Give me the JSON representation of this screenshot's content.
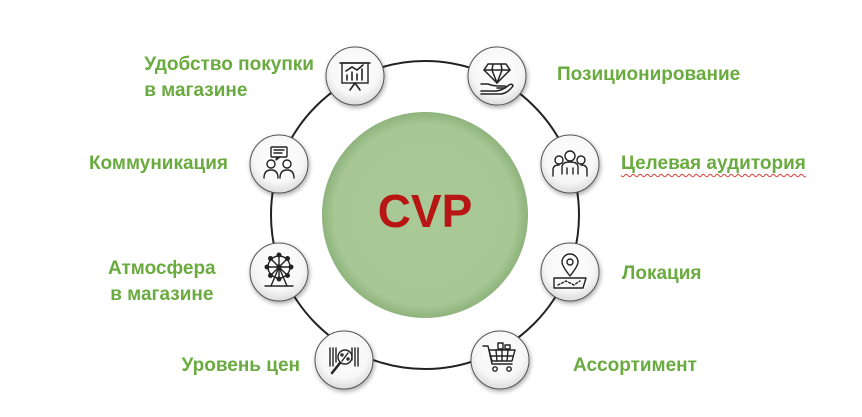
{
  "center": {
    "label": "CVP",
    "fill_color": "#a9c997",
    "text_color": "#b81515"
  },
  "label_color": "#6aab3f",
  "nodes": [
    {
      "id": "purchase-convenience",
      "lines": [
        "Удобство покупки",
        "в магазине"
      ],
      "icon": "presentation-chart-icon"
    },
    {
      "id": "positioning",
      "lines": [
        "Позиционирование"
      ],
      "icon": "diamond-in-hand-icon"
    },
    {
      "id": "communication",
      "lines": [
        "Коммуникация"
      ],
      "icon": "people-talking-icon"
    },
    {
      "id": "target-audience",
      "lines": [
        "Целевая аудитория"
      ],
      "icon": "people-group-icon"
    },
    {
      "id": "atmosphere",
      "lines": [
        "Атмосфера",
        "в магазине"
      ],
      "icon": "ferris-wheel-icon"
    },
    {
      "id": "location",
      "lines": [
        "Локация"
      ],
      "icon": "map-pin-icon"
    },
    {
      "id": "price-level",
      "lines": [
        "Уровень цен"
      ],
      "icon": "price-tag-search-icon"
    },
    {
      "id": "assortment",
      "lines": [
        "Ассортимент"
      ],
      "icon": "shopping-cart-icon"
    }
  ]
}
